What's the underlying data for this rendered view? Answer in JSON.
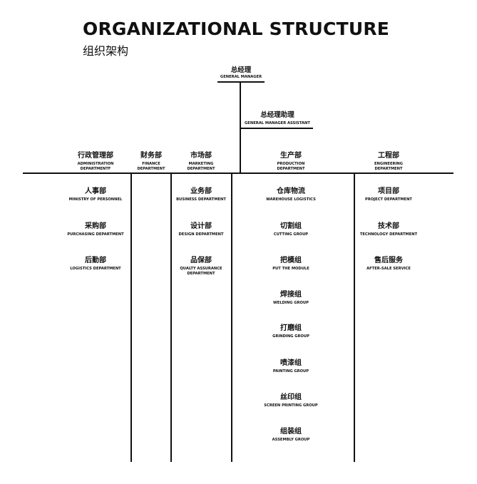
{
  "title": "ORGANIZATIONAL STRUCTURE",
  "subtitle": "组织架构",
  "general_manager": {
    "cn": "总经理",
    "en": "GENERAL MANAGER"
  },
  "assistant": {
    "cn": "总经理助理",
    "en": "GENERAL MANAGER ASSISTANT"
  },
  "departments": [
    {
      "cn": "行政管理部",
      "en1": "ADMINISTRATION",
      "en2": "DEPARTMENTF",
      "items": [
        {
          "cn": "人事部",
          "en": "MINISTRY OF PERSONNEL"
        },
        {
          "cn": "采购部",
          "en": "PURCHASING DEPARTMENT"
        },
        {
          "cn": "后勤部",
          "en": "LOGISTICS DEPARTMENT"
        }
      ]
    },
    {
      "cn": "财务部",
      "en1": "FINANCE",
      "en2": "DEPARTMENT",
      "items": []
    },
    {
      "cn": "市场部",
      "en1": "MARKETING",
      "en2": "DEPARTMENT",
      "items": [
        {
          "cn": "业务部",
          "en": "BUSINESS DEPARTMENT"
        },
        {
          "cn": "设计部",
          "en": "DESIGN DEPARTMENT"
        },
        {
          "cn": "品保部",
          "en": "QUALTY ASSURANCE",
          "en2": "DEPARTMENT"
        }
      ]
    },
    {
      "cn": "生产部",
      "en1": "PRODUCTION",
      "en2": "DEPARTMENT",
      "items": [
        {
          "cn": "仓库物流",
          "en": "WAREHOUSE LOGISTICS"
        },
        {
          "cn": "切割组",
          "en": "CUTTING GROUP"
        },
        {
          "cn": "把模组",
          "en": "PUT THE MODULE"
        },
        {
          "cn": "焊接组",
          "en": "WELDING GROUP"
        },
        {
          "cn": "打磨组",
          "en": "GRINDING GROUP"
        },
        {
          "cn": "喷漆组",
          "en": "PAINTING GROUP"
        },
        {
          "cn": "丝印组",
          "en": "SCREEN PRINTING GROUP"
        },
        {
          "cn": "组装组",
          "en": "ASSEMBLY GROUP"
        }
      ]
    },
    {
      "cn": "工程部",
      "en1": "ENGINEERING",
      "en2": "DEPARTMENT",
      "items": [
        {
          "cn": "项目部",
          "en": "PROJECT DEPARTMENT"
        },
        {
          "cn": "技术部",
          "en": "TECHNOLOGY DEPARTMENT"
        },
        {
          "cn": "售后服务",
          "en": "AFTER-SALE SERVICE"
        }
      ]
    }
  ]
}
